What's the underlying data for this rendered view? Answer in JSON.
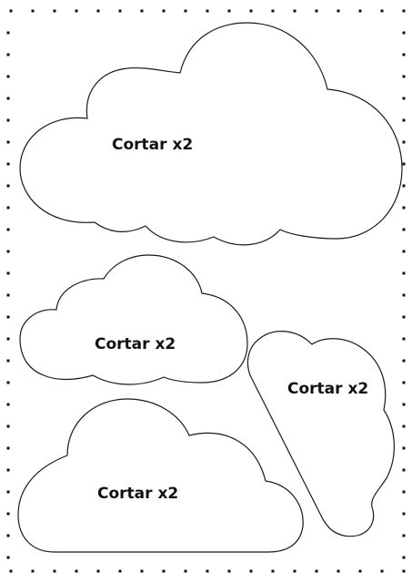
{
  "page": {
    "background": "#ffffff",
    "line_color": "#1a1a1a",
    "dot_color": "#111111"
  },
  "templates": [
    {
      "shape": "cloud",
      "label": "Cortar x2"
    },
    {
      "shape": "cloud",
      "label": "Cortar x2"
    },
    {
      "shape": "cloud",
      "label": "Cortar x2"
    },
    {
      "shape": "cloud",
      "label": "Cortar x2"
    }
  ]
}
